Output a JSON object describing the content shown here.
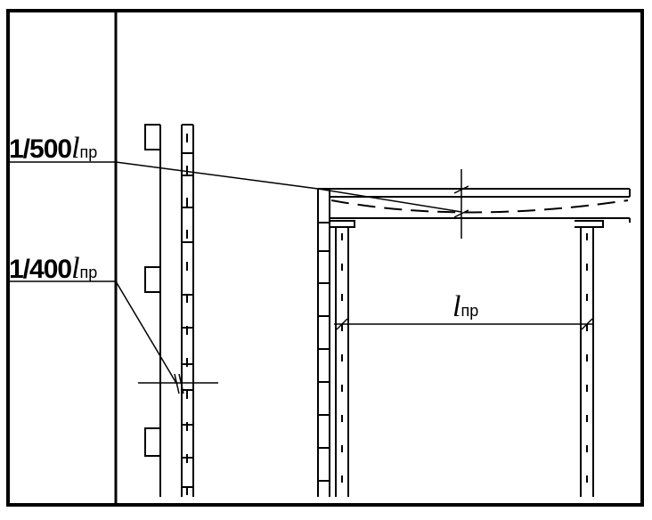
{
  "labels": {
    "column_deflection": {
      "fraction": "1/500",
      "symbol": "l",
      "subscript": "пр"
    },
    "wall_deflection": {
      "fraction": "1/400",
      "symbol": "l",
      "subscript": "пр"
    },
    "span": {
      "symbol": "l",
      "subscript": "пр"
    }
  },
  "colors": {
    "ink": "#000000",
    "background": "#ffffff"
  }
}
